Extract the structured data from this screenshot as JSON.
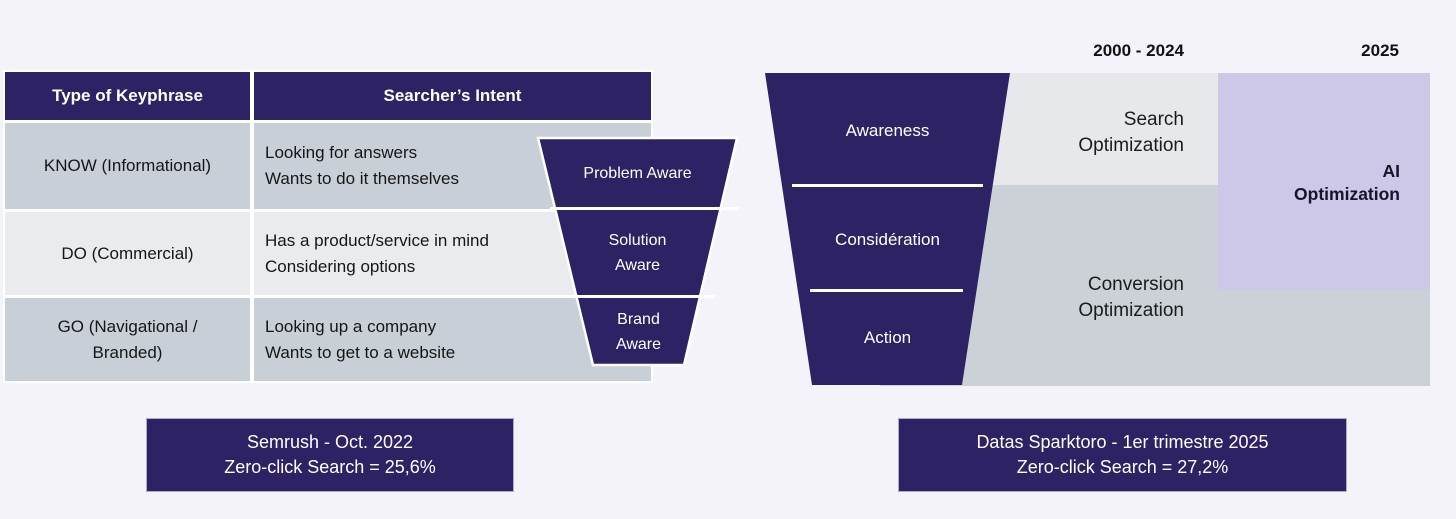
{
  "colors": {
    "purple": "#2d2263",
    "lavender": "#cdc7e8",
    "light_gray": "#e6e8ec",
    "medium_gray": "#ccd1d8",
    "row_gray": "#c9cfd7",
    "row_light": "#e9ebef",
    "page_background": "#f4f3f9",
    "white": "#ffffff"
  },
  "table": {
    "headers": [
      "Type of Keyphrase",
      "Searcher’s Intent"
    ],
    "rows": [
      {
        "keyphrase": "KNOW (Informational)",
        "intent": "Looking for answers\nWants to do it themselves"
      },
      {
        "keyphrase": "DO (Commercial)",
        "intent": "Has a product/service in mind\nConsidering options"
      },
      {
        "keyphrase": "GO (Navigational /\nBranded)",
        "intent": "Looking up a company\nWants to get to a website"
      }
    ]
  },
  "awareness_funnel": {
    "stages": [
      "Problem Aware",
      "Solution\nAware",
      "Brand\nAware"
    ]
  },
  "journey_funnel": {
    "stages": [
      "Awareness",
      "Considération",
      "Action"
    ]
  },
  "timeline": {
    "era_past": "2000 - 2024",
    "era_now": "2025"
  },
  "optimizations": {
    "search": "Search\nOptimization",
    "conversion": "Conversion\nOptimization",
    "ai": "AI\nOptimization"
  },
  "sources": {
    "left": {
      "line1": "Semrush - Oct. 2022",
      "line2": "Zero-click Search = 25,6%"
    },
    "right": {
      "line1": "Datas Sparktoro - 1er trimestre 2025",
      "line2": "Zero-click Search = 27,2%"
    }
  }
}
